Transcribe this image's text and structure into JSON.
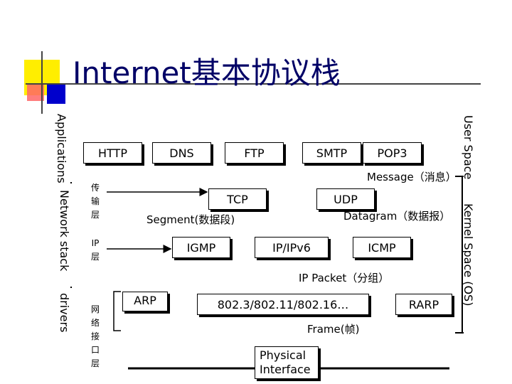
{
  "title": "Internet基本协议栈",
  "side_left": {
    "applications": "Applications",
    "network_stack": "Network stack",
    "drivers": "drivers"
  },
  "side_right": {
    "user_space": "User Space",
    "kernel_space": "Kernel Space (OS)"
  },
  "layers_cn": {
    "transport": "传输层",
    "ip": "IP层",
    "netif": "网络接口层"
  },
  "protocols": {
    "http": "HTTP",
    "dns": "DNS",
    "ftp": "FTP",
    "smtp": "SMTP",
    "pop3": "POP3",
    "tcp": "TCP",
    "udp": "UDP",
    "igmp": "IGMP",
    "ipv6": "IP/IPv6",
    "icmp": "ICMP",
    "arp": "ARP",
    "l2": "802.3/802.11/802.16…",
    "rarp": "RARP",
    "physical": "Physical Interface"
  },
  "units": {
    "message": "Message（消息）",
    "segment": "Segment(数据段)",
    "datagram": "Datagram（数据报）",
    "ip_packet": "IP Packet（分组）",
    "frame": "Frame(帧)"
  },
  "colors": {
    "title": "#000066",
    "deco_yellow": "#ffee00",
    "deco_blue": "#0000cc",
    "deco_pink": "#ff6666"
  }
}
